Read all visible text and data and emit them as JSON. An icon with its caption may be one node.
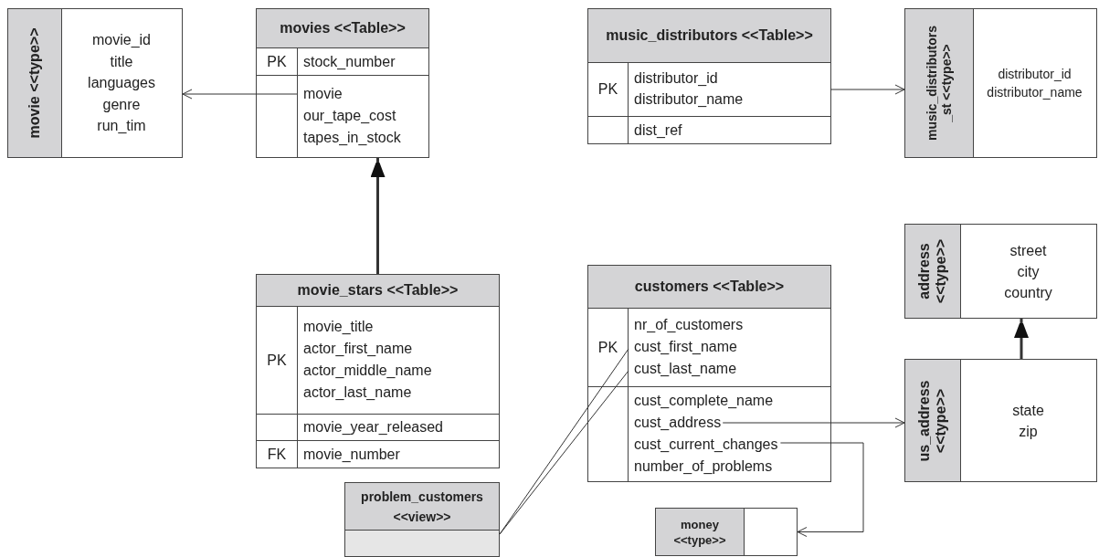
{
  "diagram": {
    "nodes": [
      {
        "text": [
          "movies <<Table>>"
        ]
      },
      {
        "text": [
          "PK"
        ],
        "in": 0
      },
      {
        "text": [
          "stock_number"
        ],
        "in": 1
      },
      {
        "text": [],
        "shape": "box",
        "in": 0
      },
      {
        "text": [
          "movie",
          "our_tape_cost",
          "tapes_in_stock"
        ],
        "in": 3
      },
      {
        "text": [
          "movie <<type>>",
          "movie_id",
          "title",
          "languages",
          "genre",
          "run_tim"
        ]
      },
      {
        "text": [
          "music_distributors <<Table>>"
        ]
      },
      {
        "text": [
          "PK"
        ],
        "in": 6
      },
      {
        "text": [
          "distributor_id",
          "distributor_name"
        ],
        "in": 7
      },
      {
        "text": [],
        "shape": "box",
        "in": 6
      },
      {
        "text": [
          "dist_ref"
        ],
        "in": 9
      },
      {
        "text": [
          "music_distributors _st <<type>>",
          "distributor_id",
          "distributor_name"
        ]
      },
      {
        "text": [
          "movie_stars <<Table>>"
        ]
      },
      {
        "text": [
          "PK"
        ],
        "in": 12
      },
      {
        "text": [
          "movie_title",
          "actor_first_name",
          "actor_middle_name",
          "actor_last_name"
        ],
        "in": 13
      },
      {
        "text": [],
        "shape": "box",
        "in": 12
      },
      {
        "text": [
          "movie_year_released"
        ],
        "in": 15
      },
      {
        "text": [
          "FK"
        ],
        "in": 12
      },
      {
        "text": [
          "movie_number"
        ],
        "in": 17
      },
      {
        "text": [
          "customers <<Table>>"
        ]
      },
      {
        "text": [
          "PK"
        ],
        "in": 19
      },
      {
        "text": [
          "nr_of_customers",
          "cust_first_name",
          "cust_last_name"
        ],
        "in": 20
      },
      {
        "text": [],
        "shape": "box",
        "in": 19
      },
      {
        "text": [
          "cust_complete_name",
          "cust_address",
          "cust_current_changes",
          "number_of_problems"
        ],
        "in": 22
      },
      {
        "text": [
          "address <<type>>",
          "street",
          "city",
          "country"
        ]
      },
      {
        "text": [
          "us_address <<type>>",
          "state",
          "zip"
        ]
      },
      {
        "text": [
          "problem_customers <<view>>"
        ]
      },
      {
        "text": [
          "money <<type>>"
        ]
      }
    ],
    "edges": [
      {
        "from": 4,
        "to": 5,
        "arrow": "to"
      },
      {
        "from": 12,
        "to": 0,
        "arrow": "to",
        "style": "thick"
      },
      {
        "from": 8,
        "to": 11,
        "arrow": "to"
      },
      {
        "from": 21,
        "to": 26,
        "arrow": "none"
      },
      {
        "from": 21,
        "to": 26,
        "arrow": "none"
      },
      {
        "from": 23,
        "to": 25,
        "arrow": "to"
      },
      {
        "from": 23,
        "to": 27,
        "arrow": "to"
      },
      {
        "from": 25,
        "to": 24,
        "arrow": "to",
        "style": "thick"
      }
    ]
  }
}
